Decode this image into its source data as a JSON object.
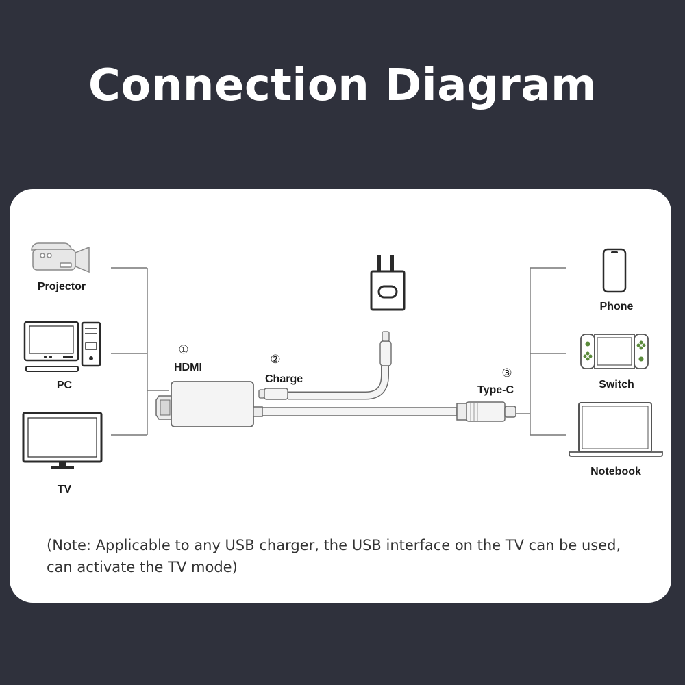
{
  "title": "Connection Diagram",
  "sources": {
    "projector": "Projector",
    "pc": "PC",
    "tv": "TV"
  },
  "targets": {
    "phone": "Phone",
    "switch": "Switch",
    "notebook": "Notebook"
  },
  "ports": {
    "hdmi": {
      "number": "①",
      "label": "HDMI"
    },
    "charge": {
      "number": "②",
      "label": "Charge"
    },
    "typec": {
      "number": "③",
      "label": "Type-C"
    }
  },
  "note": "(Note: Applicable to any USB charger, the USB interface on the TV can be used, can activate the TV mode)",
  "colors": {
    "background": "#2f313c",
    "card": "#ffffff",
    "switch_accent": "#5a8a3a"
  }
}
